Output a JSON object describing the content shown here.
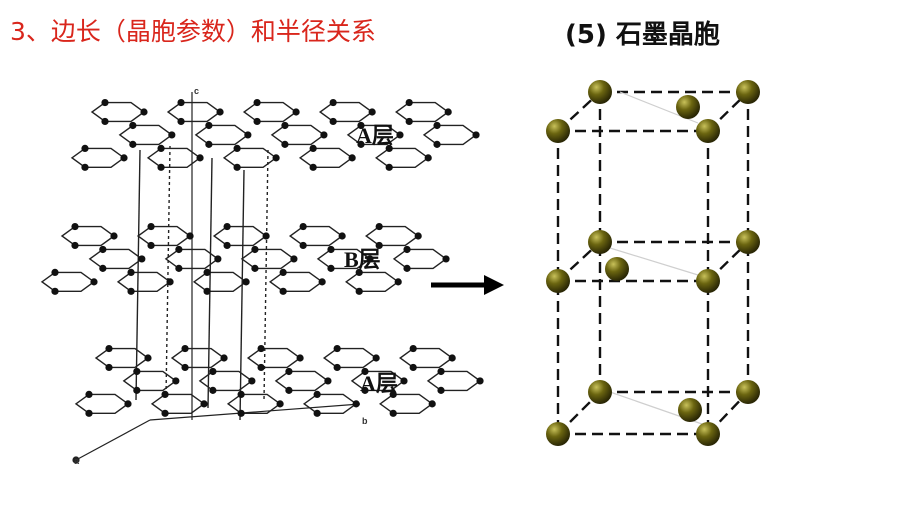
{
  "header": {
    "section_title": "3、边长（晶胞参数）和半径关系",
    "subtitle": "(5) 石墨晶胞"
  },
  "structure": {
    "layer_labels": [
      "A层",
      "B层",
      "A层"
    ],
    "axis_labels": {
      "c": "c",
      "a": "a",
      "b": "b"
    }
  },
  "colors": {
    "title_red": "#d9261c",
    "atom_olive": "#6b6510",
    "line": "#111111"
  }
}
